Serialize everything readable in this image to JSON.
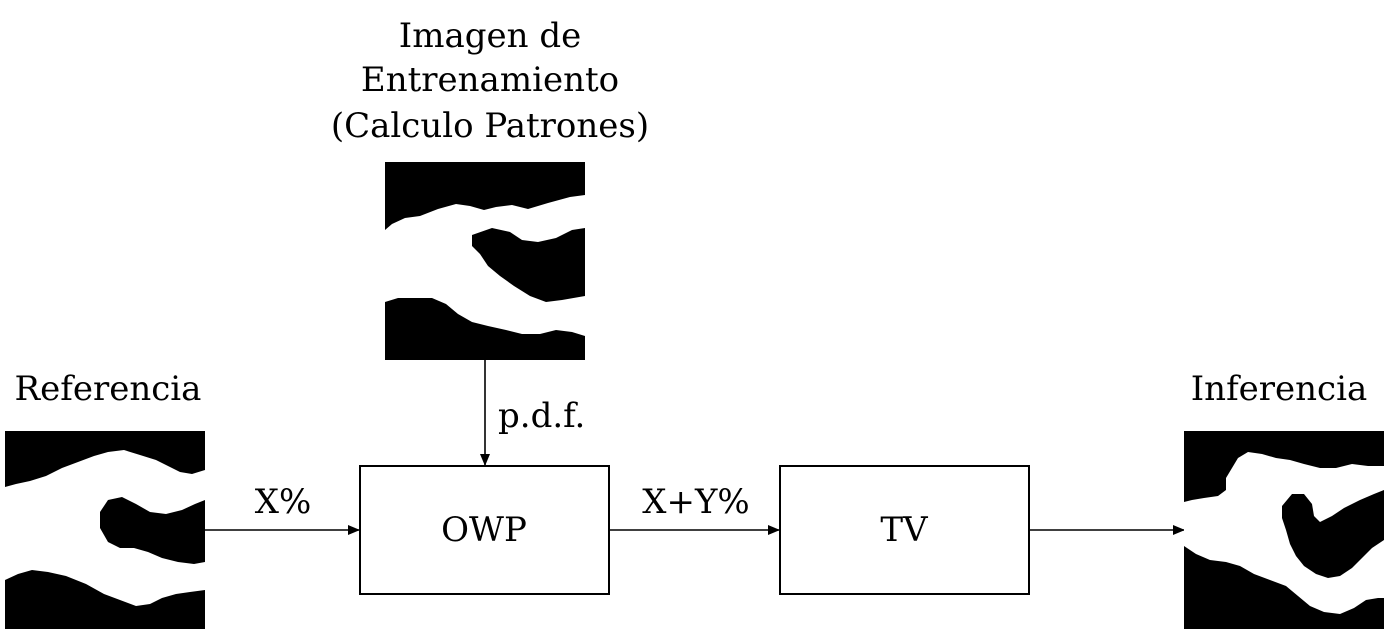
{
  "training": {
    "title_line1": "Imagen de",
    "title_line2": "Entrenamiento",
    "title_line3": "(Calculo Patrones)"
  },
  "reference": {
    "title": "Referencia"
  },
  "inference": {
    "title": "Inferencia"
  },
  "edges": {
    "pdf_label": "p.d.f.",
    "x_label": "X%",
    "xy_label": "X+Y%"
  },
  "boxes": {
    "owp_label": "OWP",
    "tv_label": "TV"
  },
  "colors": {
    "ink": "#000000",
    "paper": "#ffffff"
  }
}
